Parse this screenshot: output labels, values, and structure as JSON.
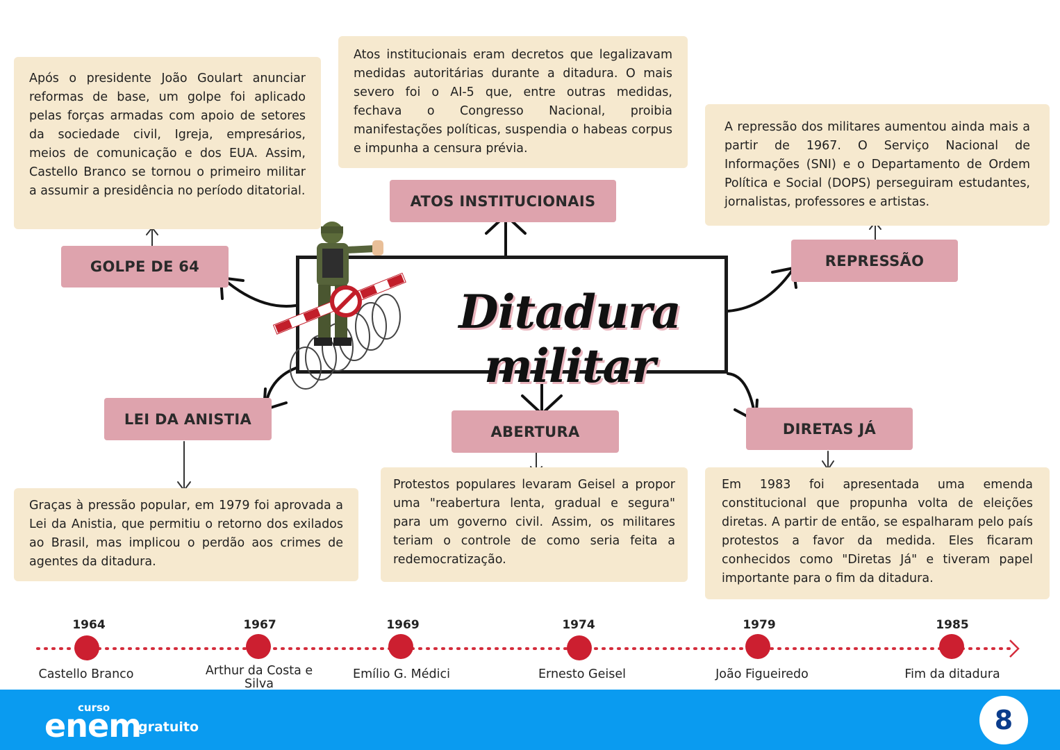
{
  "title": "Ditadura militar",
  "colors": {
    "box": "#f6e9cf",
    "tag": "#dea3ad",
    "timeline": "#d42d3c",
    "footer": "#0a9bf0"
  },
  "topics": {
    "golpe": {
      "label": "GOLPE DE 64",
      "text": "Após o presidente João Goulart anunciar reformas de base, um golpe foi aplicado pelas forças armadas com apoio de setores da sociedade civil, Igreja, empresários, meios de comunicação e dos EUA. Assim, Castello Branco se tornou o primeiro militar a assumir a presidência no período ditatorial."
    },
    "atos": {
      "label": "ATOS INSTITUCIONAIS",
      "text": "Atos institucionais eram decretos que legalizavam medidas autoritárias durante a ditadura. O mais severo foi o AI-5 que, entre outras medidas, fechava o Congresso Nacional, proibia manifestações políticas, suspendia o habeas corpus e impunha a censura prévia."
    },
    "repressao": {
      "label": "REPRESSÃO",
      "text": "A repressão dos militares aumentou ainda mais a partir de 1967. O Serviço Nacional de Informações (SNI) e o Departamento de Ordem Política e Social (DOPS) perseguiram estudantes, jornalistas, professores e artistas."
    },
    "anistia": {
      "label": "LEI DA ANISTIA",
      "text": "Graças à pressão popular, em 1979 foi aprovada a Lei da Anistia, que permitiu o retorno dos exilados ao Brasil, mas implicou o perdão aos crimes de agentes da ditadura."
    },
    "abertura": {
      "label": "ABERTURA",
      "text": "Protestos populares levaram Geisel a propor uma \"reabertura lenta, gradual e segura\" para um governo civil. Assim, os militares teriam o controle de como seria feita a redemocratização."
    },
    "diretas": {
      "label": "DIRETAS JÁ",
      "text": "Em 1983 foi apresentada uma emenda constitucional que propunha volta de eleições diretas. A partir de então, se espalharam pelo país protestos a favor da medida. Eles ficaram conhecidos como \"Diretas Já\" e tiveram papel importante para o fim da ditadura."
    }
  },
  "timeline": [
    {
      "year": "1964",
      "event": "Castello Branco"
    },
    {
      "year": "1967",
      "event": "Arthur da Costa e Silva"
    },
    {
      "year": "1969",
      "event": "Emílio G. Médici"
    },
    {
      "year": "1974",
      "event": "Ernesto Geisel"
    },
    {
      "year": "1979",
      "event": "João Figueiredo"
    },
    {
      "year": "1985",
      "event": "Fim da ditadura"
    }
  ],
  "footer": {
    "logo_top": "curso",
    "logo_main": "enem",
    "logo_sub": "gratuito",
    "page_number": "8"
  }
}
